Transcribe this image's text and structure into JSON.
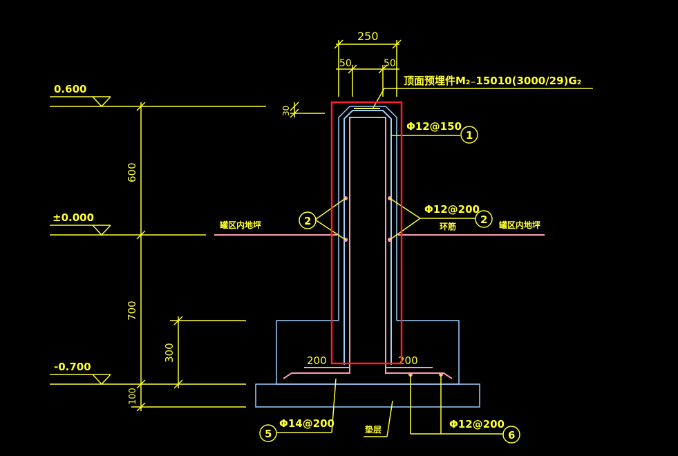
{
  "colors": {
    "background": "#000000",
    "dimension": "#ffff33",
    "concrete": "#9fd0ff",
    "rebar": "#ff9fb0",
    "highlight": "#ff2222"
  },
  "elevations": {
    "top": "0.600",
    "ground": "±0.000",
    "bottom": "-0.700"
  },
  "dimensions": {
    "wall_width": "250",
    "cover_left": "50",
    "cover_right": "50",
    "top_cover": "30",
    "height_above_ground": "600",
    "height_below_ground": "700",
    "footing_height": "300",
    "cushion_thickness": "100",
    "footing_left": "200",
    "footing_right": "200"
  },
  "labels": {
    "embedded_part": "顶面预埋件M₂₋15010(3000/29)G₂",
    "rebar_1": "Φ12@150",
    "rebar_2": "Φ12@200",
    "rebar_2_sub": "环筋",
    "ground_left": "罐区内地坪",
    "ground_right": "罐区内地坪",
    "rebar_5": "Φ14@200",
    "rebar_6": "Φ12@200",
    "cushion": "垫层"
  },
  "markers": {
    "m1": "1",
    "m2_left": "2",
    "m2_right": "2",
    "m5": "5",
    "m6": "6"
  }
}
